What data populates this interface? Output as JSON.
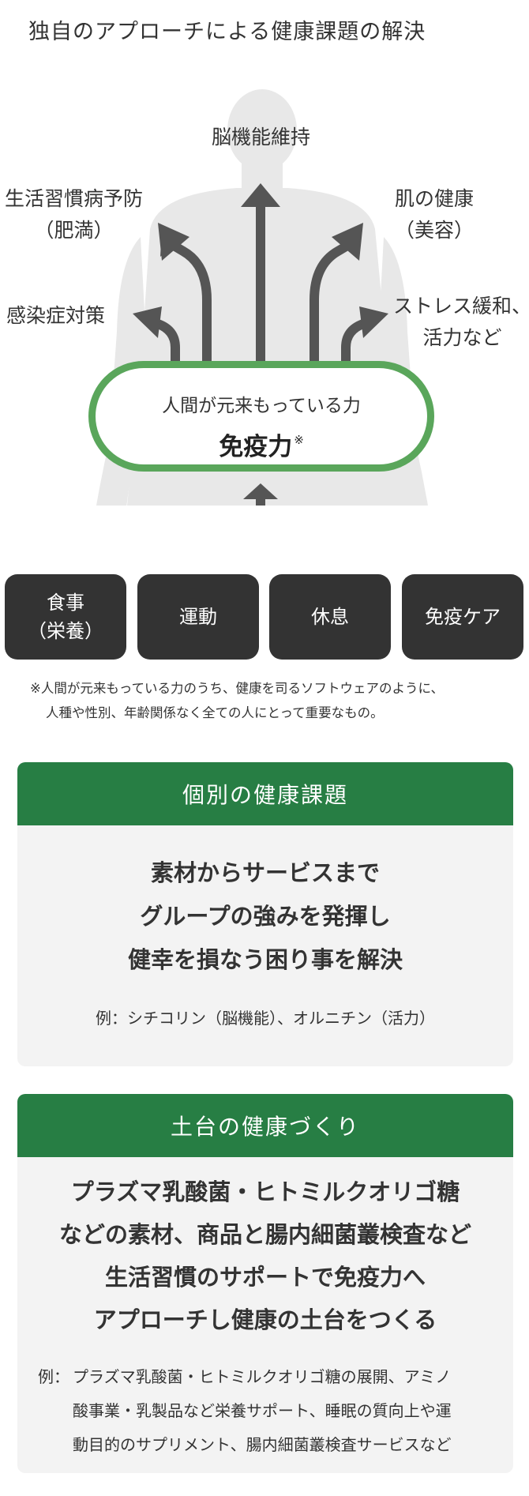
{
  "page": {
    "title": "独自のアプローチによる健康課題の解決"
  },
  "diagram": {
    "goals": {
      "top": "脳機能維持",
      "upper_left": [
        "生活習慣病予防",
        "（肥満）"
      ],
      "upper_right": [
        "肌の健康",
        "（美容）"
      ],
      "lower_left": "感染症対策",
      "lower_right": [
        "ストレス緩和、",
        "活力など"
      ]
    },
    "center": {
      "line1": "人間が元来もっている力",
      "line2": "免疫力",
      "mark": "※"
    },
    "factors": [
      "食事\n（栄養）",
      "運動",
      "休息",
      "免疫ケア"
    ],
    "colors": {
      "oval_border": "#5aa65b",
      "factor_box": "#333333",
      "silhouette": "#e8e8e8",
      "arrow": "#555555"
    }
  },
  "note": {
    "line1": "※人間が元来もっている力のうち、健康を司るソフトウェアのように、",
    "line2": "人種や性別、年齢関係なく全ての人にとって重要なもの。"
  },
  "card1": {
    "title": "個別の健康課題",
    "lead": [
      "素材からサービスまで",
      "グループの強みを発揮し",
      "健幸を損なう困り事を解決"
    ],
    "example": "例：シチコリン（脳機能）、オルニチン（活力）"
  },
  "card2": {
    "title": "土台の健康づくり",
    "lead": [
      "プラズマ乳酸菌・ヒトミルクオリゴ糖",
      "などの素材、商品と腸内細菌叢検査など",
      "生活習慣のサポートで免疫力へ",
      "アプローチし健康の土台をつくる"
    ],
    "example_label": "例：",
    "example": [
      "プラズマ乳酸菌・ヒトミルクオリゴ糖の展開、アミノ",
      "酸事業・乳製品など栄養サポート、睡眠の質向上や運",
      "動目的のサプリメント、腸内細菌叢検査サービスなど"
    ]
  },
  "colors": {
    "card_header": "#277e44",
    "card_bg": "#f3f3f3"
  }
}
